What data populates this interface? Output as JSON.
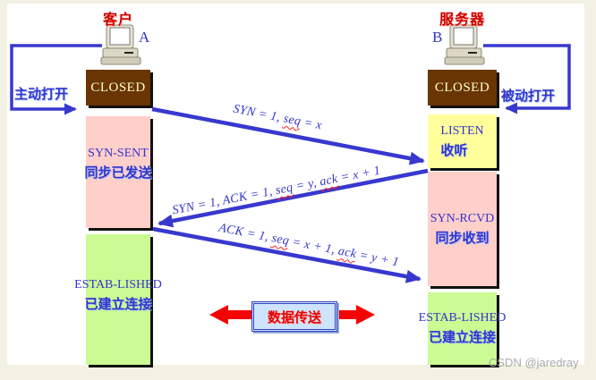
{
  "diagram": {
    "client": {
      "title": "客户",
      "host": "A",
      "open_label": "主动打开",
      "states": [
        {
          "name": "CLOSED",
          "zh": ""
        },
        {
          "name": "SYN-SENT",
          "zh": "同步已发送"
        },
        {
          "name": "ESTAB-LISHED",
          "zh": "已建立连接"
        }
      ]
    },
    "server": {
      "title": "服务器",
      "host": "B",
      "open_label": "被动打开",
      "states": [
        {
          "name": "CLOSED",
          "zh": ""
        },
        {
          "name": "LISTEN",
          "zh": "收听"
        },
        {
          "name": "SYN-RCVD",
          "zh": "同步收到"
        },
        {
          "name": "ESTAB-LISHED",
          "zh": "已建立连接"
        }
      ]
    },
    "messages": [
      {
        "parts": [
          "SYN = 1, ",
          "seq",
          " = x"
        ]
      },
      {
        "parts": [
          "SYN = 1, ACK = 1, ",
          "seq",
          " = y, ",
          "ack",
          " = x + 1"
        ]
      },
      {
        "parts": [
          "ACK = 1, ",
          "seq",
          " = x + 1, ",
          "ack",
          " = y + 1"
        ]
      }
    ],
    "data_transfer_label": "数据传送",
    "watermark": "CSDN @jaredray",
    "colors": {
      "arrow_blue": "#3838cf",
      "title_red": "#d00000",
      "closed_bg": "#693503",
      "closed_text": "#ffffcc",
      "pink_bg": "#ffcfca",
      "yellow_bg": "#ffff9c",
      "green_bg": "#ccfb94",
      "data_arrow_red": "#f30505"
    }
  }
}
